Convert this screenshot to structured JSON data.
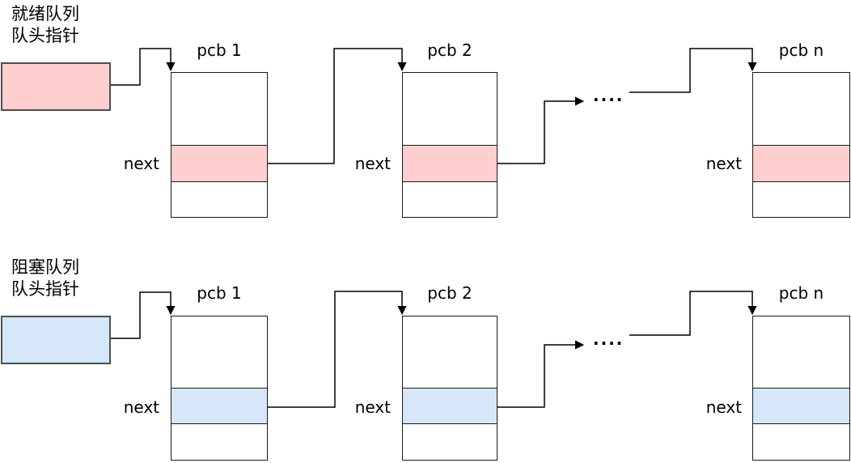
{
  "diagram": {
    "queues": [
      {
        "name": "ready-queue",
        "label_line1": "就绪队列",
        "label_line2": "队头指针",
        "fill": "#ffcfcf",
        "dots": "....",
        "nodes": [
          {
            "title": "pcb 1",
            "next_label": "next"
          },
          {
            "title": "pcb 2",
            "next_label": "next"
          },
          {
            "title": "pcb n",
            "next_label": "next"
          }
        ]
      },
      {
        "name": "blocked-queue",
        "label_line1": "阻塞队列",
        "label_line2": "队头指针",
        "fill": "#d5e7f8",
        "dots": "....",
        "nodes": [
          {
            "title": "pcb 1",
            "next_label": "next"
          },
          {
            "title": "pcb 2",
            "next_label": "next"
          },
          {
            "title": "pcb n",
            "next_label": "next"
          }
        ]
      }
    ],
    "colors": {
      "pcb_border": "#1a1a1a",
      "pointer_border": "#4f4f4f",
      "wire": "#000000",
      "background": "#ffffff"
    }
  }
}
